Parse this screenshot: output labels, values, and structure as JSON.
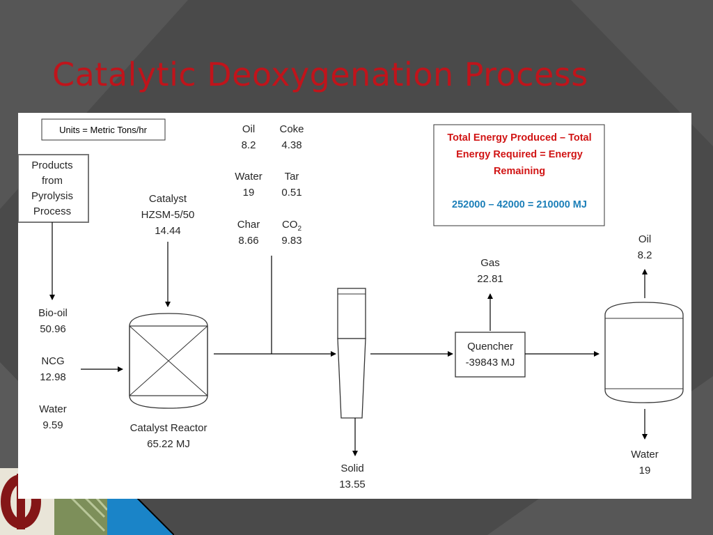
{
  "slide": {
    "title": "Catalytic Deoxygenation Process"
  },
  "diagram": {
    "units_label": "Units = Metric Tons/hr",
    "products_box": [
      "Products",
      "from",
      "Pyrolysis",
      "Process"
    ],
    "feed": {
      "bio_oil": {
        "label": "Bio-oil",
        "value": "50.96"
      },
      "ncg": {
        "label": "NCG",
        "value": "12.98"
      },
      "water": {
        "label": "Water",
        "value": "9.59"
      }
    },
    "catalyst": {
      "label": "Catalyst",
      "name": "HZSM-5/50",
      "value": "14.44"
    },
    "reactor": {
      "label": "Catalyst Reactor",
      "value": "65.22 MJ"
    },
    "side_products": {
      "oil": {
        "label": "Oil",
        "value": "8.2"
      },
      "coke": {
        "label": "Coke",
        "value": "4.38"
      },
      "water": {
        "label": "Water",
        "value": "19"
      },
      "tar": {
        "label": "Tar",
        "value": "0.51"
      },
      "char": {
        "label": "Char",
        "value": "8.66"
      },
      "co2": {
        "label": "CO",
        "subscript": "2",
        "value": "9.83"
      }
    },
    "solid": {
      "label": "Solid",
      "value": "13.55"
    },
    "gas": {
      "label": "Gas",
      "value": "22.81"
    },
    "quencher": {
      "label": "Quencher",
      "value": "-39843 MJ"
    },
    "oil_out": {
      "label": "Oil",
      "value": "8.2"
    },
    "water_out": {
      "label": "Water",
      "value": "19"
    },
    "energy_box": {
      "line1": "Total Energy Produced – Total",
      "line2": "Energy Required = Energy",
      "line3": "Remaining",
      "equation": "252000 – 42000 = 210000 MJ"
    }
  },
  "colors": {
    "title": "#c0141b",
    "energy_text": "#d11414",
    "equation_text": "#1c7fb8",
    "background": "#4b4b4b",
    "ou_crimson": "#841617"
  }
}
